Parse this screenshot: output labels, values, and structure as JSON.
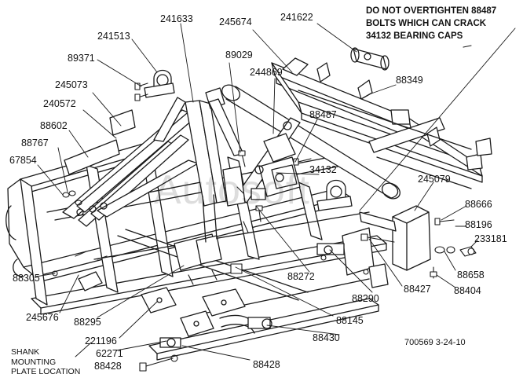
{
  "warning": {
    "line1": "DO NOT OVERTIGHTEN 88487",
    "line2": "BOLTS WHICH CAN CRACK",
    "line3": "34132 BEARING CAPS"
  },
  "shank_note": {
    "line1": "SHANK",
    "line2": "MOUNTING",
    "line3": "PLATE LOCATION"
  },
  "drawing_number": "700569  3-24-10",
  "watermark": "Autosoft",
  "callouts": {
    "c241633": "241633",
    "c245674": "245674",
    "c241622": "241622",
    "c241513": "241513",
    "c89371": "89371",
    "c89029": "89029",
    "c244869": "244869",
    "c88349": "88349",
    "c245073": "245073",
    "c240572": "240572",
    "c88487": "88487",
    "c88602": "88602",
    "c88767": "88767",
    "c67854": "67854",
    "c34132": "34132",
    "c245079": "245079",
    "c88666": "88666",
    "c88196": "88196",
    "c233181": "233181",
    "c88658": "88658",
    "c88404": "88404",
    "c88427": "88427",
    "c88272": "88272",
    "c88290": "88290",
    "c88305": "88305",
    "c245676": "245676",
    "c88295": "88295",
    "c88145": "88145",
    "c88430": "88430",
    "c221196": "221196",
    "c62271": "62271",
    "c88428a": "88428",
    "c88428b": "88428"
  }
}
